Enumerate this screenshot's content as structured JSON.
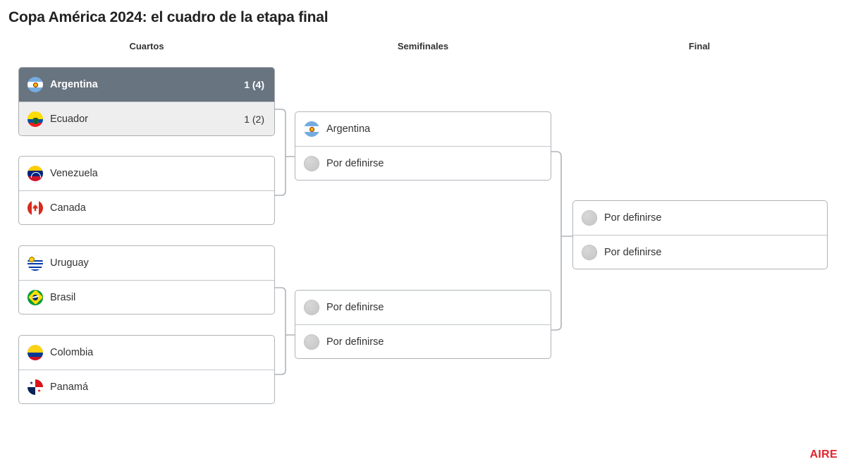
{
  "title": "Copa América 2024: el cuadro de la etapa final",
  "columns": [
    {
      "key": "cuartos",
      "label": "Cuartos"
    },
    {
      "key": "semis",
      "label": "Semifinales"
    },
    {
      "key": "final",
      "label": "Final"
    }
  ],
  "placeholder_team": "Por definirse",
  "brand": "AIRE",
  "colors": {
    "winner_row_bg": "#68747f",
    "loser_row_bg": "#eeeeee",
    "card_border": "#b0b4b8",
    "connector": "#b0b4b8",
    "brand_red": "#e0242b",
    "title_text": "#222222"
  },
  "bracket": {
    "cuartos": [
      {
        "id": "qf1",
        "decided": true,
        "rows": [
          {
            "team": "Argentina",
            "flag": "flag-argentina",
            "score": "1 (4)",
            "state": "winner"
          },
          {
            "team": "Ecuador",
            "flag": "flag-ecuador",
            "score": "1 (2)",
            "state": "loser"
          }
        ]
      },
      {
        "id": "qf2",
        "decided": false,
        "rows": [
          {
            "team": "Venezuela",
            "flag": "flag-venezuela",
            "score": "",
            "state": "pending"
          },
          {
            "team": "Canada",
            "flag": "flag-canada",
            "score": "",
            "state": "pending"
          }
        ]
      },
      {
        "id": "qf3",
        "decided": false,
        "rows": [
          {
            "team": "Uruguay",
            "flag": "flag-uruguay",
            "score": "",
            "state": "pending"
          },
          {
            "team": "Brasil",
            "flag": "flag-brasil",
            "score": "",
            "state": "pending"
          }
        ]
      },
      {
        "id": "qf4",
        "decided": false,
        "rows": [
          {
            "team": "Colombia",
            "flag": "flag-colombia",
            "score": "",
            "state": "pending"
          },
          {
            "team": "Panamá",
            "flag": "flag-panama",
            "score": "",
            "state": "pending"
          }
        ]
      }
    ],
    "semis": [
      {
        "id": "sf1",
        "decided": false,
        "rows": [
          {
            "team": "Argentina",
            "flag": "flag-argentina",
            "score": "",
            "state": "pending"
          },
          {
            "team": "Por definirse",
            "flag": "flag-tbd",
            "score": "",
            "state": "pending"
          }
        ]
      },
      {
        "id": "sf2",
        "decided": false,
        "rows": [
          {
            "team": "Por definirse",
            "flag": "flag-tbd",
            "score": "",
            "state": "pending"
          },
          {
            "team": "Por definirse",
            "flag": "flag-tbd",
            "score": "",
            "state": "pending"
          }
        ]
      }
    ],
    "final": [
      {
        "id": "f1",
        "decided": false,
        "rows": [
          {
            "team": "Por definirse",
            "flag": "flag-tbd",
            "score": "",
            "state": "pending"
          },
          {
            "team": "Por definirse",
            "flag": "flag-tbd",
            "score": "",
            "state": "pending"
          }
        ]
      }
    ]
  }
}
